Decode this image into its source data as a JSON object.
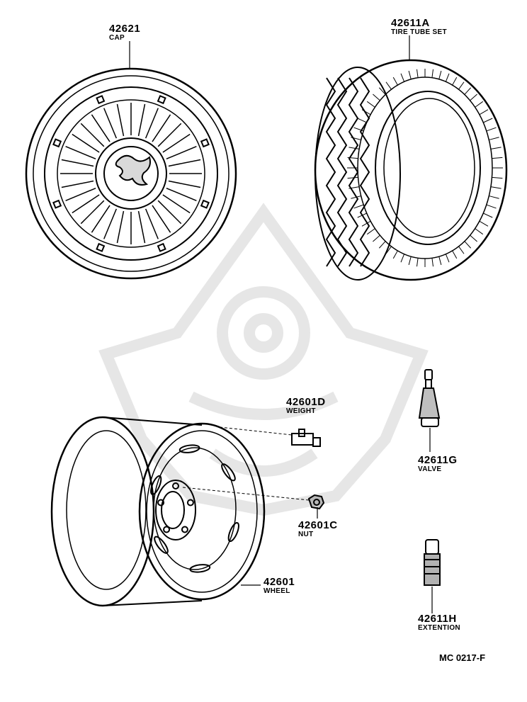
{
  "parts": {
    "cap": {
      "number": "42621",
      "name": "CAP",
      "icon": "wheel-cap-icon"
    },
    "tire": {
      "number": "42611A",
      "name": "TIRE TUBE SET",
      "icon": "tire-icon"
    },
    "weight": {
      "number": "42601D",
      "name": "WEIGHT",
      "icon": "balance-weight-icon"
    },
    "valve": {
      "number": "42611G",
      "name": "VALVE",
      "icon": "valve-stem-icon"
    },
    "nut": {
      "number": "42601C",
      "name": "NUT",
      "icon": "lug-nut-icon"
    },
    "wheel": {
      "number": "42601",
      "name": "WHEEL",
      "icon": "steel-wheel-icon"
    },
    "extension": {
      "number": "42611H",
      "name": "EXTENTION",
      "icon": "valve-extension-icon"
    }
  },
  "diagram_code": "MC 0217-F",
  "colors": {
    "ink": "#000000",
    "paper": "#ffffff",
    "watermark": "#e6e6e6"
  }
}
